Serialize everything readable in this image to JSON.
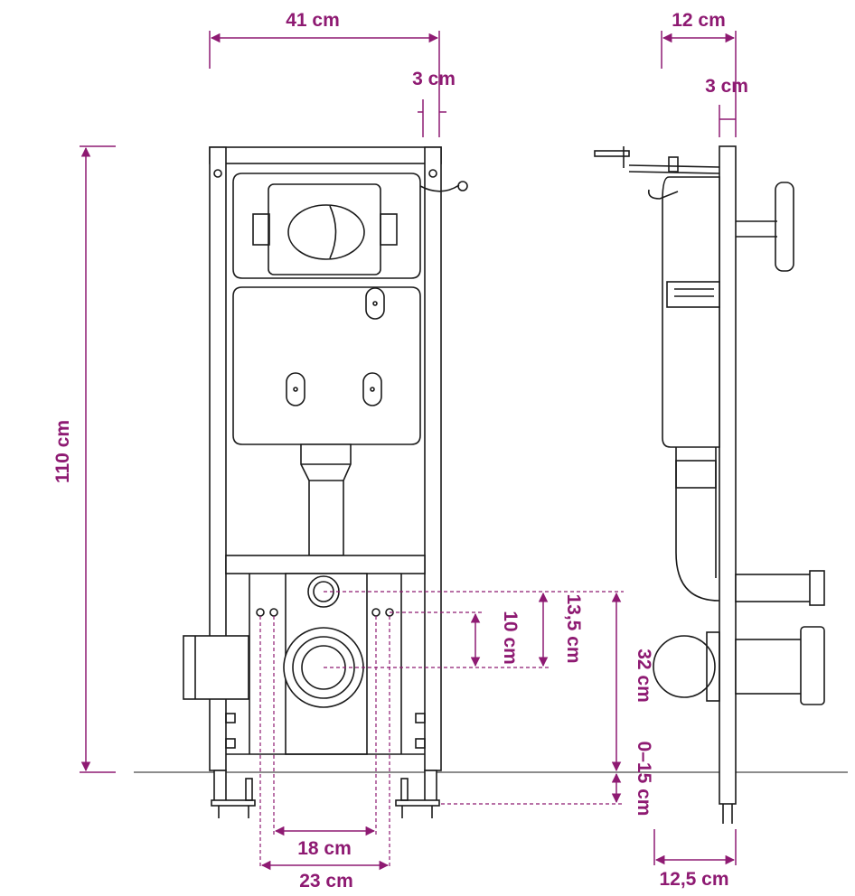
{
  "dimensions": {
    "front_width": "41 cm",
    "front_frame_depth": "3 cm",
    "side_depth": "12 cm",
    "side_frame_depth": "3 cm",
    "total_height": "110 cm",
    "bolt_spacing_inner": "10 cm",
    "inlet_height": "13,5 cm",
    "outlet_height": "32 cm",
    "floor_adjust": "0–15 cm",
    "stud_spacing_inner": "18 cm",
    "stud_spacing_outer": "23 cm",
    "side_foot_depth": "12,5 cm"
  },
  "colors": {
    "dimension": "#8e1a72",
    "line": "#1a1a1a"
  }
}
